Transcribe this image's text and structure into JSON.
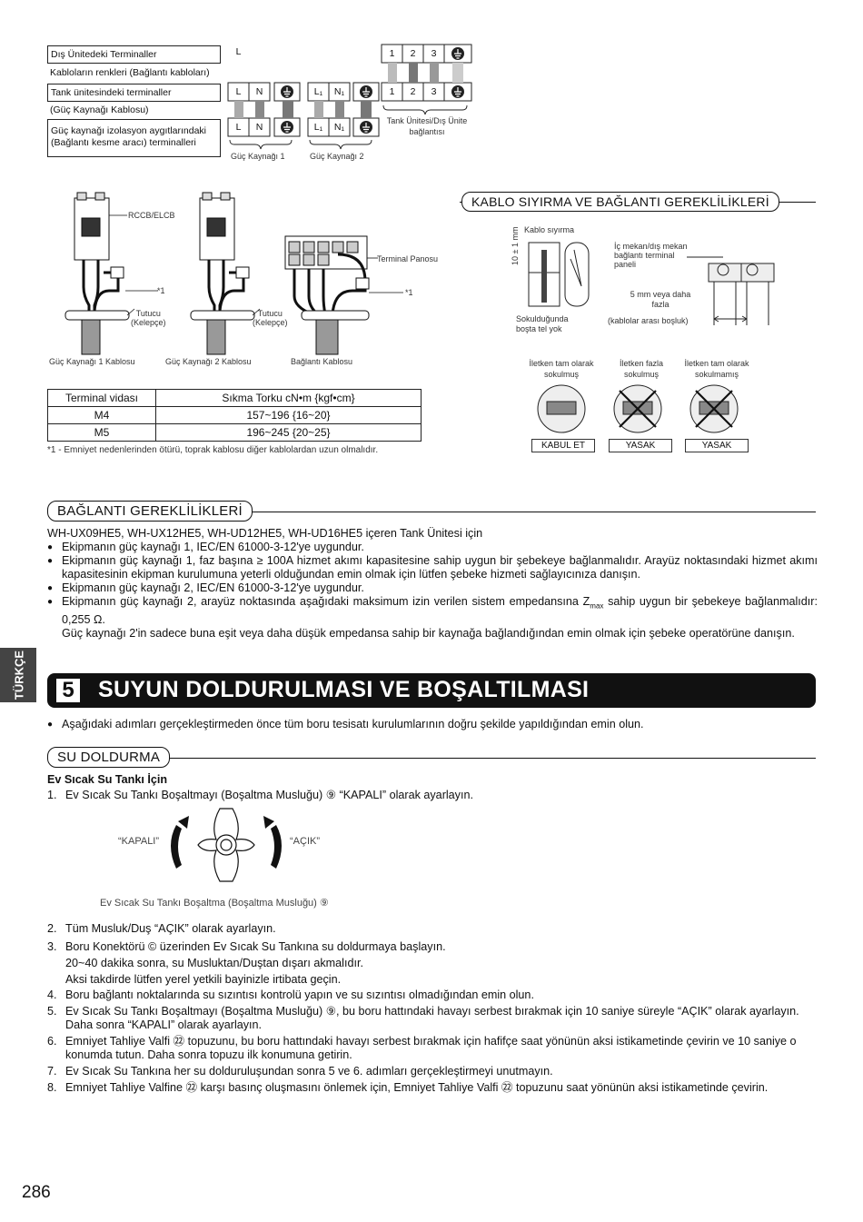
{
  "terminals": {
    "outdoor_terminals": "Dış Ünitedeki Terminaller",
    "cable_colors": "Kabloların renkleri (Bağlantı kabloları)",
    "tank_terminals": "Tank ünitesindeki terminaller",
    "power_cable": "(Güç Kaynağı Kablosu)",
    "isolation_terminals": "Güç kaynağı izolasyon aygıtlarındaki (Bağlantı kesme aracı) terminalleri",
    "term_L": "L",
    "term_N": "N",
    "term_L1": "L₁",
    "term_N1": "N₁",
    "term_1": "1",
    "term_2": "2",
    "term_3": "3",
    "supply1": "Güç Kaynağı 1",
    "supply2": "Güç Kaynağı 2",
    "tank_outdoor_link": "Tank Ünitesi/Dış Ünite bağlantısı"
  },
  "wiring": {
    "rccb": "RCCB/ELCB",
    "terminal_panel": "Terminal Panosu",
    "star1": "*1",
    "holder": "Tutucu",
    "clamp": "(Kelepçe)",
    "cable1": "Güç Kaynağı 1 Kablosu",
    "cable2": "Güç Kaynağı 2 Kablosu",
    "link_cable": "Bağlantı Kablosu"
  },
  "torque_table": {
    "headers": [
      "Terminal vidası",
      "Sıkma Torku cN•m {kgf•cm}"
    ],
    "rows": [
      [
        "M4",
        "157~196 {16~20}"
      ],
      [
        "M5",
        "196~245 {20~25}"
      ]
    ],
    "note": "*1 - Emniyet nedenlerinden ötürü, toprak kablosu diğer kablolardan uzun olmalıdır."
  },
  "stripping": {
    "title": "KABLO SIYIRMA VE BAĞLANTI GEREKLİLİKLERİ",
    "strip_label": "Kablo sıyırma",
    "dimension": "10 ± 1 mm",
    "no_loose": "Sokulduğunda boşta tel yok",
    "indoor_panel": "İç mekan/dış mekan bağlantı terminal paneli",
    "five_mm": "5 mm veya daha fazla",
    "gap": "(kablolar arası boşluk)",
    "case1": "İletken tam olarak sokulmuş",
    "case2": "İletken fazla sokulmuş",
    "case3": "İletken tam olarak sokulmamış",
    "accept": "KABUL ET",
    "forbidden1": "YASAK",
    "forbidden2": "YASAK"
  },
  "connection": {
    "title": "BAĞLANTI GEREKLİLİKLERİ",
    "subtitle": "WH-UX09HE5, WH-UX12HE5, WH-UD12HE5, WH-UD16HE5 içeren Tank Ünitesi için",
    "b1": "Ekipmanın güç kaynağı 1, IEC/EN 61000-3-12'ye uygundur.",
    "b2": "Ekipmanın güç kaynağı 1, faz başına ≥ 100A hizmet akımı kapasitesine sahip uygun bir şebekeye bağlanmalıdır. Arayüz noktasındaki hizmet akımı kapasitesinin ekipman kurulumuna yeterli olduğundan emin olmak için lütfen şebeke hizmeti sağlayıcınıza danışın.",
    "b3": "Ekipmanın güç kaynağı 2, IEC/EN 61000-3-12'ye uygundur.",
    "b4a": "Ekipmanın güç kaynağı 2, arayüz noktasında aşağıdaki maksimum izin verilen sistem empedansına Z",
    "b4sub": "max",
    "b4b": " sahip uygun bir şebekeye bağlanmalıdır: 0,255 Ω.",
    "b4c": "Güç kaynağı 2'in sadece buna eşit veya daha düşük empedansa sahip bir kaynağa bağlandığından emin olmak için şebeke operatörüne danışın."
  },
  "side_tab": "TÜRKÇE",
  "section5": {
    "number": "5",
    "title": "SUYUN DOLDURULMASI VE BOŞALTILMASI",
    "intro": "Aşağıdaki adımları gerçekleştirmeden önce tüm boru tesisatı kurulumlarının doğru şekilde yapıldığından emin olun."
  },
  "filling": {
    "title": "SU DOLDURMA",
    "subhead": "Ev Sıcak Su Tankı İçin",
    "step1": "Ev Sıcak Su Tankı Boşaltmayı (Boşaltma Musluğu) ⑨ “KAPALI” olarak ayarlayın.",
    "closed": "“KAPALI”",
    "open": "“AÇIK”",
    "valve_caption": "Ev Sıcak Su Tankı Boşaltma (Boşaltma Musluğu) ⑨",
    "steps": [
      {
        "n": "2.",
        "t": "Tüm Musluk/Duş “AÇIK” olarak ayarlayın."
      },
      {
        "n": "3.",
        "t": "Boru Konektörü © üzerinden Ev Sıcak Su Tankına su doldurmaya başlayın.\n20~40 dakika sonra, su Musluktan/Duştan dışarı akmalıdır.\nAksi takdirde lütfen yerel yetkili bayinizle irtibata geçin."
      },
      {
        "n": "4.",
        "t": "Boru bağlantı noktalarında su sızıntısı kontrolü yapın ve su sızıntısı olmadığından emin olun."
      },
      {
        "n": "5.",
        "t": "Ev Sıcak Su Tankı Boşaltmayı (Boşaltma Musluğu) ⑨, bu boru hattındaki havayı serbest bırakmak için 10 saniye süreyle “AÇIK” olarak ayarlayın. Daha sonra “KAPALI” olarak ayarlayın."
      },
      {
        "n": "6.",
        "t": "Emniyet Tahliye Valfi ㉒ topuzunu, bu boru hattındaki havayı serbest bırakmak için hafifçe saat yönünün aksi istikametinde çevirin ve 10 saniye o konumda tutun. Daha sonra topuzu ilk konumuna getirin."
      },
      {
        "n": "7.",
        "t": "Ev Sıcak Su Tankına her su dolduruluşundan sonra 5 ve 6. adımları gerçekleştirmeyi unutmayın."
      },
      {
        "n": "8.",
        "t": "Emniyet Tahliye Valfine ㉒ karşı basınç oluşmasını önlemek için, Emniyet Tahliye Valfi ㉒ topuzunu saat yönünün aksi istikametinde çevirin."
      }
    ]
  },
  "page_number": "286"
}
